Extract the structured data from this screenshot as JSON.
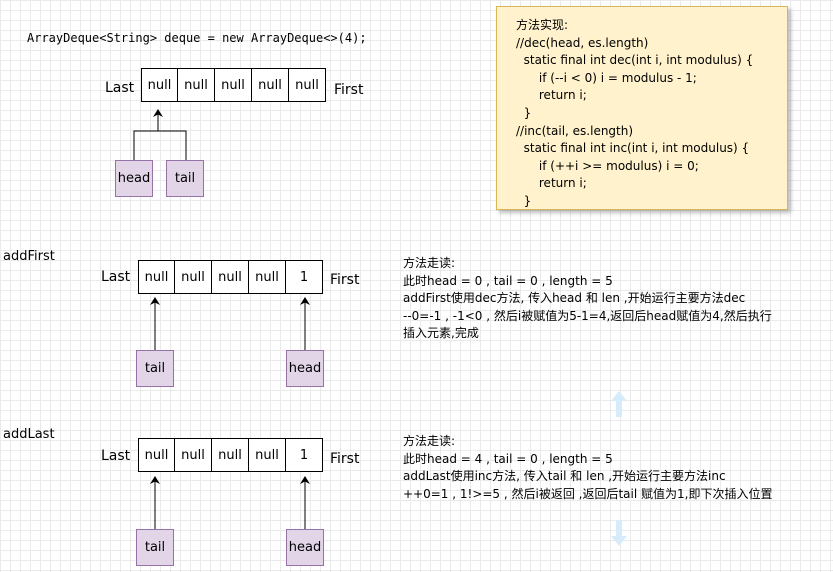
{
  "header_code": "ArrayDeque<String> deque = new ArrayDeque<>(4);",
  "labels": {
    "last": "Last",
    "first": "First",
    "head": "head",
    "tail": "tail"
  },
  "initial": {
    "cells": [
      "null",
      "null",
      "null",
      "null",
      "null"
    ]
  },
  "note": {
    "lines": [
      "方法实现:",
      "//dec(head, es.length)",
      "  static final int dec(int i, int modulus) {",
      "      if (--i < 0) i = modulus - 1;",
      "      return i;",
      "  }",
      "//inc(tail, es.length)",
      "  static final int inc(int i, int modulus) {",
      "      if (++i >= modulus) i = 0;",
      "      return i;",
      "  }"
    ]
  },
  "add_first": {
    "title": "addFirst",
    "cells": [
      "null",
      "null",
      "null",
      "null",
      "1"
    ],
    "desc": [
      "方法走读:",
      "此时head = 0 , tail = 0 , length = 5",
      "addFirst使用dec方法, 传入head 和 len ,开始运行主要方法dec",
      "--0=-1 , -1<0 , 然后i被赋值为5-1=4,返回后head赋值为4,然后执行",
      "插入元素,完成"
    ]
  },
  "add_last": {
    "title": "addLast",
    "cells": [
      "null",
      "null",
      "null",
      "null",
      "1"
    ],
    "desc": [
      "方法走读:",
      "此时head = 4 , tail = 0 , length = 5",
      "addLast使用inc方法, 传入tail 和 len ,开始运行主要方法inc",
      "++0=1 , 1!>=5 , 然后i被返回 ,返回后tail 赋值为1,即下次插入位置"
    ]
  }
}
